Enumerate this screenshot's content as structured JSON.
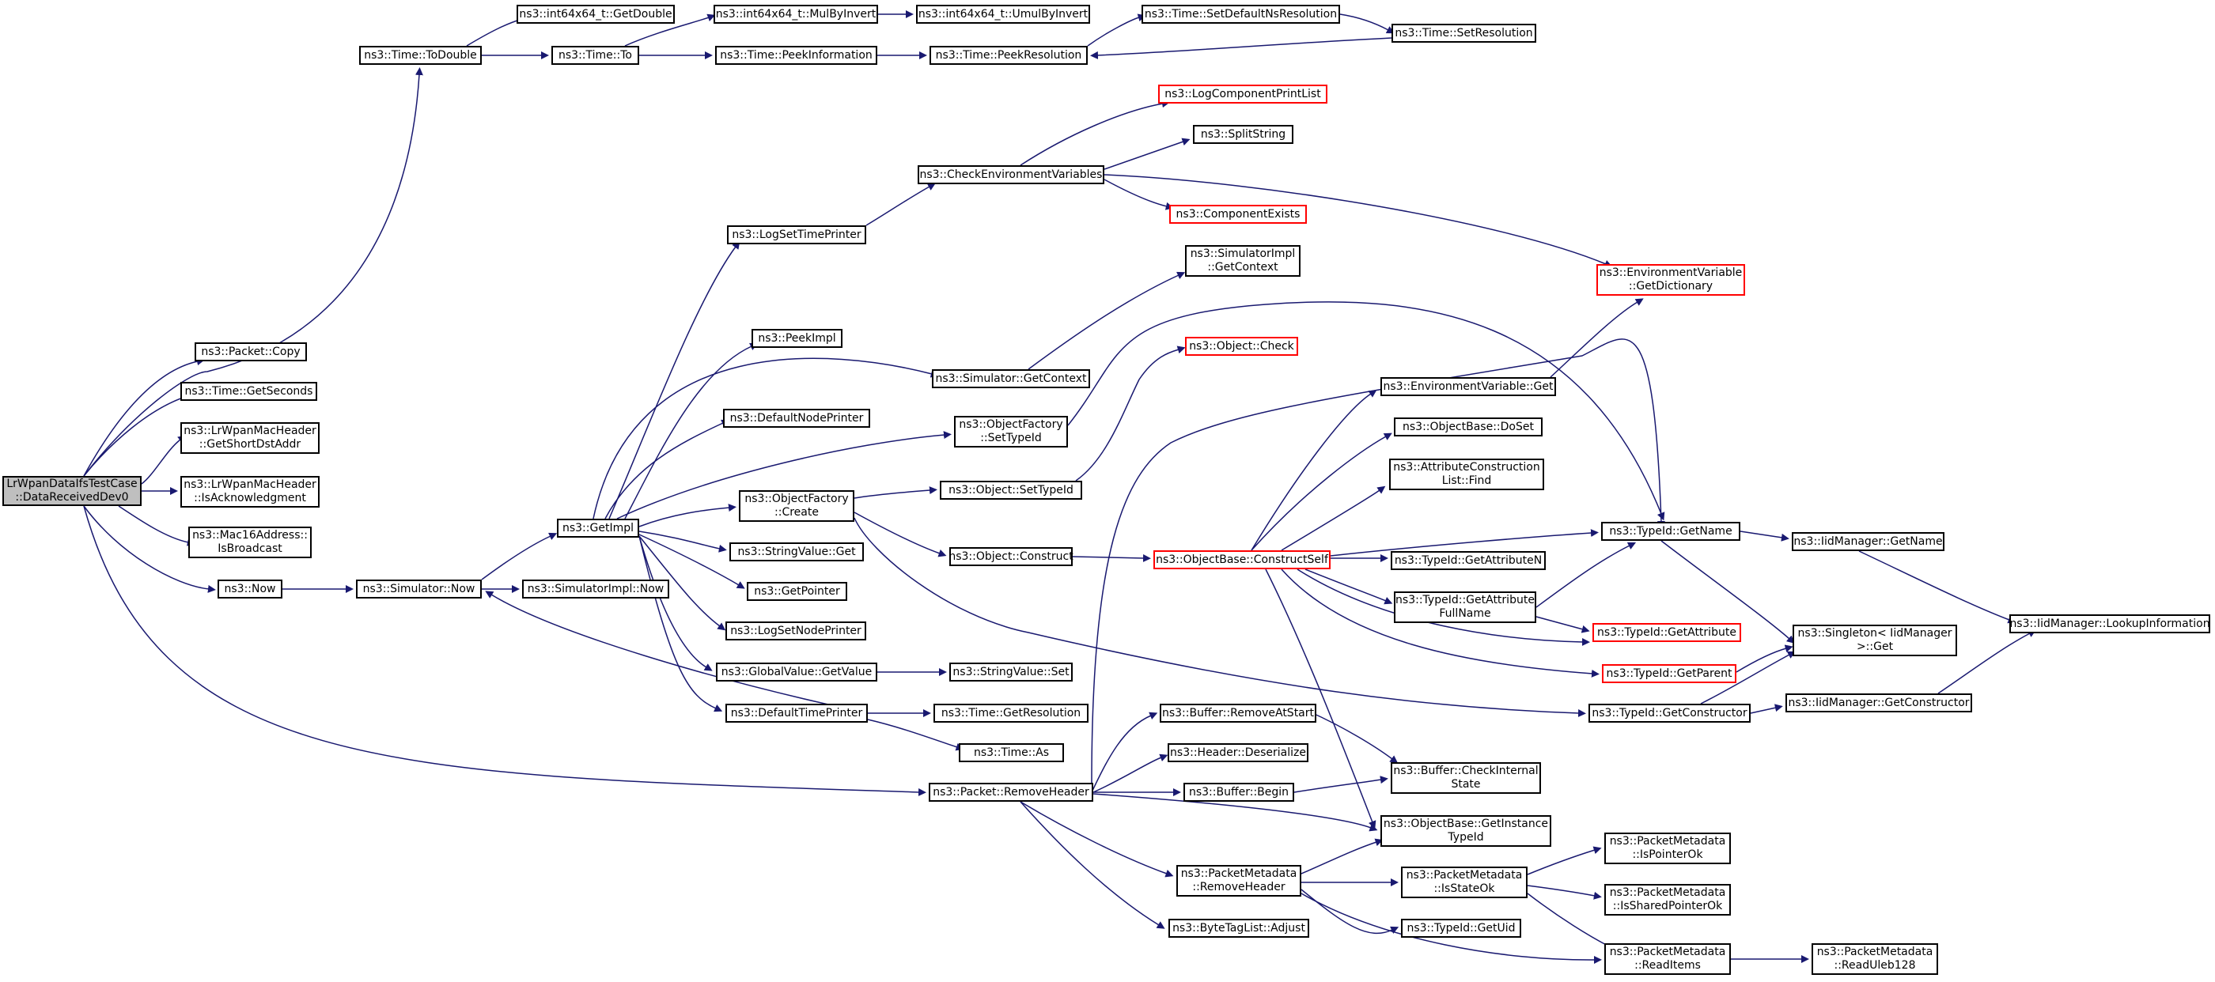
{
  "colors": {
    "edge": "#191970",
    "node_border": "#000000",
    "node_border_truncated": "#ff0000",
    "root_fill": "#bfbfbf"
  },
  "nodes": {
    "n0": [
      "LrWpanDataIfsTestCase",
      "::DataReceivedDev0"
    ],
    "n1": [
      "ns3::Packet::Copy"
    ],
    "n2": [
      "ns3::Time::GetSeconds"
    ],
    "n3": [
      "ns3::LrWpanMacHeader",
      "::GetShortDstAddr"
    ],
    "n4": [
      "ns3::LrWpanMacHeader",
      "::IsAcknowledgment"
    ],
    "n5": [
      "ns3::Mac16Address::",
      "IsBroadcast"
    ],
    "n6": [
      "ns3::Now"
    ],
    "n7": [
      "ns3::Time::ToDouble"
    ],
    "n8": [
      "ns3::int64x64_t::GetDouble"
    ],
    "n9": [
      "ns3::Time::To"
    ],
    "n10": [
      "ns3::int64x64_t::MulByInvert"
    ],
    "n11": [
      "ns3::int64x64_t::UmulByInvert"
    ],
    "n12": [
      "ns3::Time::PeekInformation"
    ],
    "n13": [
      "ns3::Time::PeekResolution"
    ],
    "n14": [
      "ns3::Time::SetDefaultNsResolution"
    ],
    "n15": [
      "ns3::Time::SetResolution"
    ],
    "n16": [
      "ns3::Simulator::Now"
    ],
    "n17": [
      "ns3::GetImpl"
    ],
    "n18": [
      "ns3::SimulatorImpl::Now"
    ],
    "n19": [
      "ns3::LogSetTimePrinter"
    ],
    "n20": [
      "ns3::PeekImpl"
    ],
    "n21": [
      "ns3::DefaultNodePrinter"
    ],
    "n22": [
      "ns3::ObjectFactory",
      "::Create"
    ],
    "n23": [
      "ns3::StringValue::Get"
    ],
    "n24": [
      "ns3::GetPointer"
    ],
    "n25": [
      "ns3::LogSetNodePrinter"
    ],
    "n26": [
      "ns3::GlobalValue::GetValue"
    ],
    "n27": [
      "ns3::DefaultTimePrinter"
    ],
    "n28": [
      "ns3::CheckEnvironmentVariables"
    ],
    "n29": [
      "ns3::LogComponentPrintList"
    ],
    "n30": [
      "ns3::SplitString"
    ],
    "n31": [
      "ns3::ComponentExists"
    ],
    "n32": [
      "ns3::EnvironmentVariable",
      "::GetDictionary"
    ],
    "n33": [
      "ns3::SimulatorImpl",
      "::GetContext"
    ],
    "n34": [
      "ns3::Object::Check"
    ],
    "n35": [
      "ns3::Simulator::GetContext"
    ],
    "n36": [
      "ns3::ObjectFactory",
      "::SetTypeId"
    ],
    "n37": [
      "ns3::Object::SetTypeId"
    ],
    "n38": [
      "ns3::Object::Construct"
    ],
    "n39": [
      "ns3::StringValue::Set"
    ],
    "n40": [
      "ns3::Time::GetResolution"
    ],
    "n41": [
      "ns3::Time::As"
    ],
    "n42": [
      "ns3::Packet::RemoveHeader"
    ],
    "n43": [
      "ns3::ObjectBase::ConstructSelf"
    ],
    "n44": [
      "ns3::EnvironmentVariable::Get"
    ],
    "n45": [
      "ns3::ObjectBase::DoSet"
    ],
    "n46": [
      "ns3::AttributeConstruction",
      "List::Find"
    ],
    "n47": [
      "ns3::TypeId::GetAttributeN"
    ],
    "n48": [
      "ns3::TypeId::GetAttribute",
      "FullName"
    ],
    "n49": [
      "ns3::TypeId::GetName"
    ],
    "n50": [
      "ns3::TypeId::GetAttribute"
    ],
    "n51": [
      "ns3::TypeId::GetParent"
    ],
    "n52": [
      "ns3::TypeId::GetConstructor"
    ],
    "n53": [
      "ns3::IidManager::GetName"
    ],
    "n54": [
      "ns3::Singleton< IidManager",
      " >::Get"
    ],
    "n55": [
      "ns3::IidManager::GetConstructor"
    ],
    "n56": [
      "ns3::IidManager::LookupInformation"
    ],
    "n57": [
      "ns3::Buffer::RemoveAtStart"
    ],
    "n58": [
      "ns3::Header::Deserialize"
    ],
    "n59": [
      "ns3::Buffer::Begin"
    ],
    "n60": [
      "ns3::Buffer::CheckInternal",
      "State"
    ],
    "n61": [
      "ns3::ObjectBase::GetInstance",
      "TypeId"
    ],
    "n62": [
      "ns3::PacketMetadata",
      "::RemoveHeader"
    ],
    "n63": [
      "ns3::ByteTagList::Adjust"
    ],
    "n64": [
      "ns3::PacketMetadata",
      "::IsStateOk"
    ],
    "n65": [
      "ns3::TypeId::GetUid"
    ],
    "n66": [
      "ns3::PacketMetadata",
      "::IsPointerOk"
    ],
    "n67": [
      "ns3::PacketMetadata",
      "::IsSharedPointerOk"
    ],
    "n68": [
      "ns3::PacketMetadata",
      "::ReadItems"
    ],
    "n69": [
      "ns3::PacketMetadata",
      "::ReadUleb128"
    ]
  }
}
